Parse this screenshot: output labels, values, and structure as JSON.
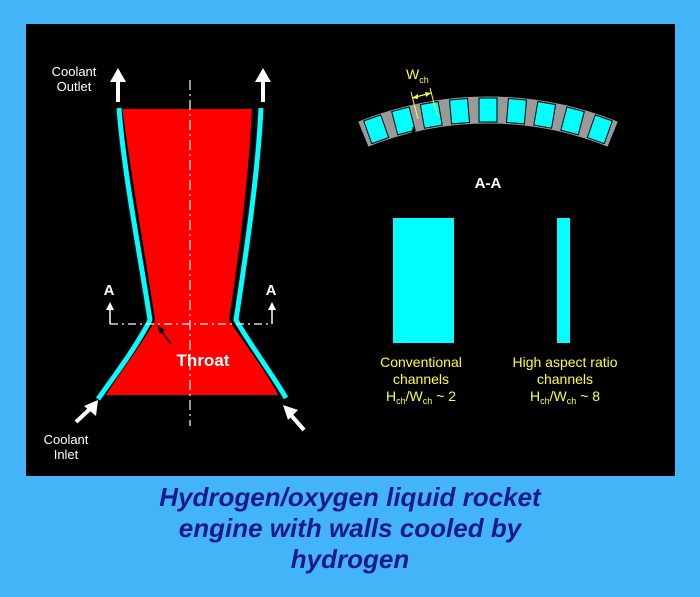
{
  "labels": {
    "coolant_outlet": [
      "Coolant",
      "Outlet"
    ],
    "coolant_inlet": [
      "Coolant",
      "Inlet"
    ],
    "section_a": "A",
    "throat": "Throat",
    "section_aa": "A-A",
    "wch": "W",
    "wch_sub": "ch",
    "hch": "H",
    "hch_sub": "ch"
  },
  "channels": {
    "conventional": {
      "line1": "Conventional",
      "line2": "channels",
      "ratio_h": "H",
      "ratio_sub1": "ch",
      "ratio_w": "/W",
      "ratio_sub2": "ch",
      "ratio_value": " ~ 2"
    },
    "high_aspect": {
      "line1": "High aspect ratio",
      "line2": "channels",
      "ratio_h": "H",
      "ratio_sub1": "ch",
      "ratio_w": "/W",
      "ratio_sub2": "ch",
      "ratio_value": " ~ 8"
    }
  },
  "caption": [
    "Hydrogen/oxygen liquid rocket",
    "engine with walls cooled by",
    "hydrogen"
  ],
  "colors": {
    "background": "#44b4f8",
    "panel": "#000000",
    "flame": "#ff0000",
    "coolant": "#00ffff",
    "wall": "#9a9a9a",
    "label_yellow": "#ffff33",
    "caption": "#1a1a8c"
  }
}
